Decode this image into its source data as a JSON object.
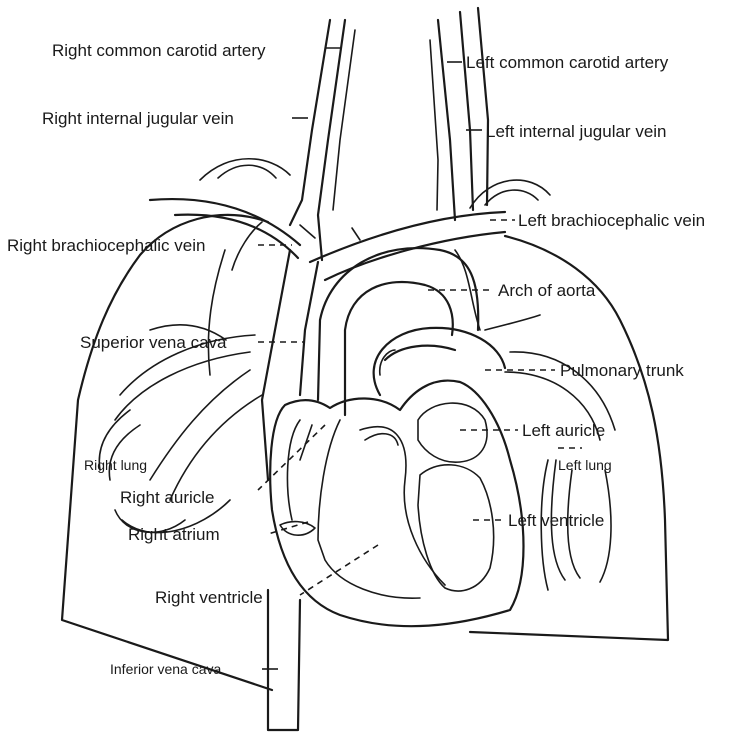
{
  "labels": {
    "right_common_carotid_artery": "Right common carotid artery",
    "left_common_carotid_artery": "Left common carotid artery",
    "right_internal_jugular_vein": "Right internal jugular vein",
    "left_internal_jugular_vein": "Left internal jugular vein",
    "left_brachiocephalic_vein": "Left brachiocephalic vein",
    "right_brachiocephalic_vein": "Right brachiocephalic vein",
    "arch_of_aorta": "Arch of aorta",
    "superior_vena_cava": "Superior vena cava",
    "pulmonary_trunk": "Pulmonary trunk",
    "left_auricle": "Left auricle",
    "left_lung": "Left lung",
    "right_lung": "Right lung",
    "right_auricle": "Right auricle",
    "left_ventricle": "Left ventricle",
    "right_atrium": "Right atrium",
    "right_ventricle": "Right ventricle",
    "inferior_vena_cava": "Inferior vena cava"
  }
}
